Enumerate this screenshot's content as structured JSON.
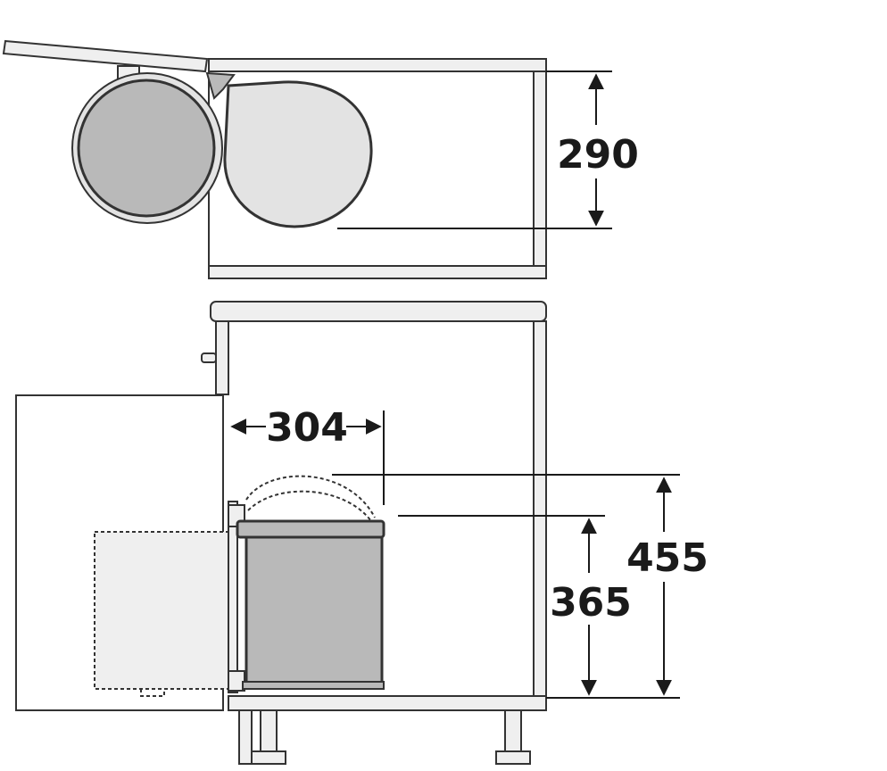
{
  "dimensions": {
    "top_depth": "290",
    "width": "304",
    "bin_height": "365",
    "total_height": "455"
  },
  "colors": {
    "outline": "#333333",
    "bin_body": "#b9b9b9",
    "bin_light": "#e3e3e3",
    "panel": "#efefef",
    "text": "#1a1a1a"
  }
}
